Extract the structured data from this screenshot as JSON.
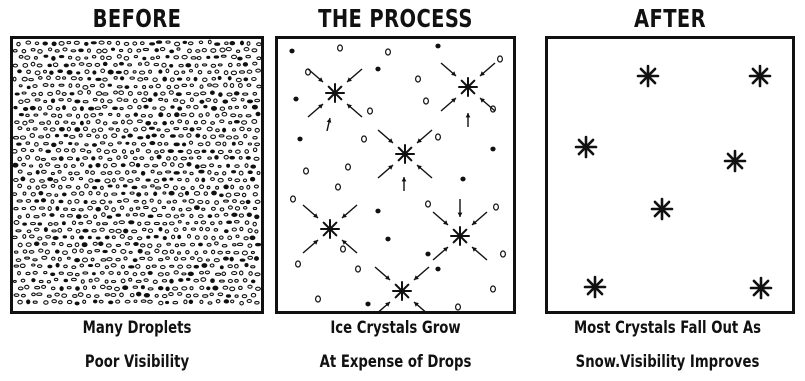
{
  "panels": [
    {
      "title": "BEFORE",
      "caption_line1": "Many Droplets",
      "caption_line2": "Poor Visibility"
    },
    {
      "title": "THE PROCESS",
      "caption_line1": "Ice Crystals Grow",
      "caption_line2": "At Expense of Drops"
    },
    {
      "title": "AFTER",
      "caption_line1": "Most Crystals Fall Out As",
      "caption_line2": "Snow.Visibility Improves"
    }
  ],
  "colors": {
    "ink": "#111111",
    "background": "#ffffff"
  },
  "icons": {
    "droplet": "droplet-icon",
    "crystal": "ice-crystal-icon",
    "arrow": "arrow-icon"
  }
}
